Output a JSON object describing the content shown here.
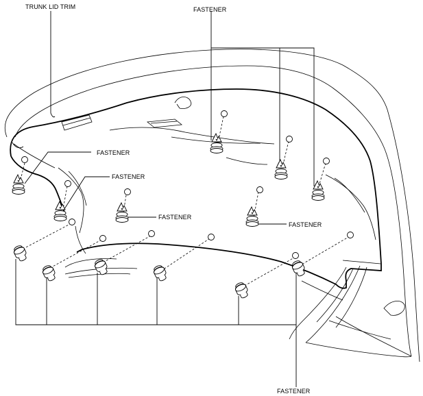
{
  "labels": {
    "trunk_lid_trim": "TRUNK LID TRIM",
    "fastener_top": "FASTENER",
    "fastener_left_upper": "FASTENER",
    "fastener_left_mid": "FASTENER",
    "fastener_center": "FASTENER",
    "fastener_right": "FASTENER",
    "fastener_bottom": "FASTENER"
  },
  "icons": {
    "clip_fastener": "push-clip-fastener-icon",
    "grommet_fastener": "grommet-fastener-icon"
  }
}
